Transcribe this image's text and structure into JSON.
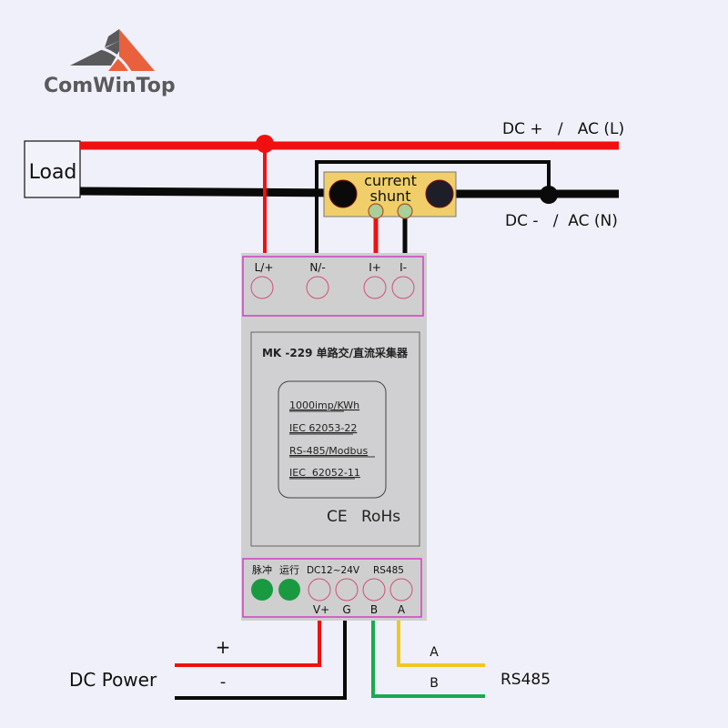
{
  "brand": {
    "name": "ComWinTop",
    "colors": {
      "dark": "#5a5a5c",
      "accent": "#e8603c"
    }
  },
  "load": {
    "label": "Load"
  },
  "lines": {
    "top_label": "DC +   /   AC (L)",
    "bottom_label": "DC -   /  AC (N)"
  },
  "shunt": {
    "line1": "current",
    "line2": "shunt",
    "color": "#f0cf6a"
  },
  "device": {
    "top_terminals": [
      "L/+",
      "N/-",
      "I+",
      "I-"
    ],
    "title": "MK -229 单路交/直流采集器",
    "specs": [
      "1000imp/KWh",
      "IEC 62053-22",
      "RS-485/Modbus",
      "IEC  62052-11"
    ],
    "ce_mark": "CE",
    "rohs": "RoHs",
    "indicators": [
      "脉冲",
      "运行"
    ],
    "power_header": "DC12~24V",
    "rs485_header": "RS485",
    "bottom_terminals": [
      "V+",
      "G",
      "B",
      "A"
    ]
  },
  "dc_power": {
    "label": "DC Power",
    "plus": "+",
    "minus": "-"
  },
  "rs485": {
    "label": "RS485",
    "a": "A",
    "b": "B"
  },
  "wire_colors": {
    "red": "#f01010",
    "black": "#0a0a0a",
    "green": "#1aaa50",
    "yellow": "#f0c81e",
    "magenta": "#d040c0",
    "led_green": "#1a9a40"
  }
}
